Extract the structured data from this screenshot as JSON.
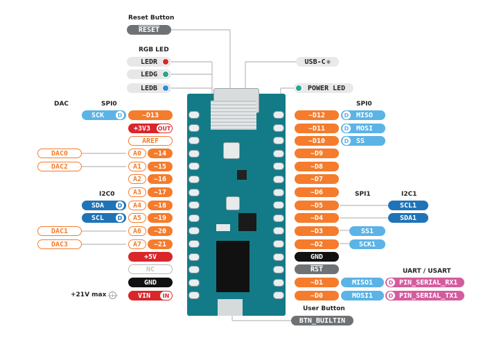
{
  "colors": {
    "orange": "#f47c2c",
    "red": "#d9262b",
    "blue": "#1f73b7",
    "light_blue": "#5cb3e6",
    "pink": "#d45c9e",
    "grey": "#6f7275",
    "black": "#111111",
    "board": "#137b87"
  },
  "top": {
    "reset_header": "Reset Button",
    "reset_label": "RESET",
    "rgb_header": "RGB LED",
    "led_r": "LEDR",
    "led_g": "LEDG",
    "led_b": "LEDB",
    "usb_label": "USB-C",
    "power_led": "POWER LED"
  },
  "left_headers": {
    "dac": "DAC",
    "spi0": "SPI0",
    "i2c0": "I2C0"
  },
  "left_pins": [
    {
      "label": "~D13",
      "tag": "SCK",
      "badge": "D"
    },
    {
      "label": "+3V3",
      "badge": "OUT"
    },
    {
      "label": "AREF"
    },
    {
      "label": "A0",
      "alt": "~14",
      "tag": "DAC0"
    },
    {
      "label": "A1",
      "alt": "~15",
      "tag": "DAC2"
    },
    {
      "label": "A2",
      "alt": "~16"
    },
    {
      "label": "A3",
      "alt": "~17"
    },
    {
      "label": "A4",
      "alt": "~18",
      "tag": "SDA",
      "badge": "D"
    },
    {
      "label": "A5",
      "alt": "~19",
      "tag": "SCL",
      "badge": "D"
    },
    {
      "label": "A6",
      "alt": "~20",
      "tag": "DAC1"
    },
    {
      "label": "A7",
      "alt": "~21",
      "tag": "DAC3"
    },
    {
      "label": "+5V"
    },
    {
      "label": "NC"
    },
    {
      "label": "GND"
    },
    {
      "label": "VIN",
      "badge": "IN",
      "note": "+21V max"
    }
  ],
  "right_headers": {
    "spi0": "SPI0",
    "spi1": "SPI1",
    "i2c1": "I2C1",
    "uart": "UART / USART",
    "user_button": "User Button"
  },
  "right_pins": [
    {
      "label": "~D12",
      "tag": "MISO",
      "badge": "D"
    },
    {
      "label": "~D11",
      "tag": "MOSI",
      "badge": "D"
    },
    {
      "label": "~D10",
      "tag": "SS",
      "badge": "D"
    },
    {
      "label": "~D9"
    },
    {
      "label": "~D8"
    },
    {
      "label": "~D7"
    },
    {
      "label": "~D6"
    },
    {
      "label": "~D5",
      "tag": "SCL1"
    },
    {
      "label": "~D4",
      "tag": "SDA1"
    },
    {
      "label": "~D3",
      "tag": "SS1"
    },
    {
      "label": "~D2",
      "tag": "SCK1"
    },
    {
      "label": "GND"
    },
    {
      "label": "RST"
    },
    {
      "label": "~D1",
      "tag": "MISO1",
      "extra": "PIN_SERIAL_RX1",
      "badge": "D"
    },
    {
      "label": "~D0",
      "tag": "MOSI1",
      "extra": "PIN_SERIAL_TX1",
      "badge": "D"
    }
  ],
  "bottom": {
    "builtin": "BTN_BUILTIN"
  }
}
